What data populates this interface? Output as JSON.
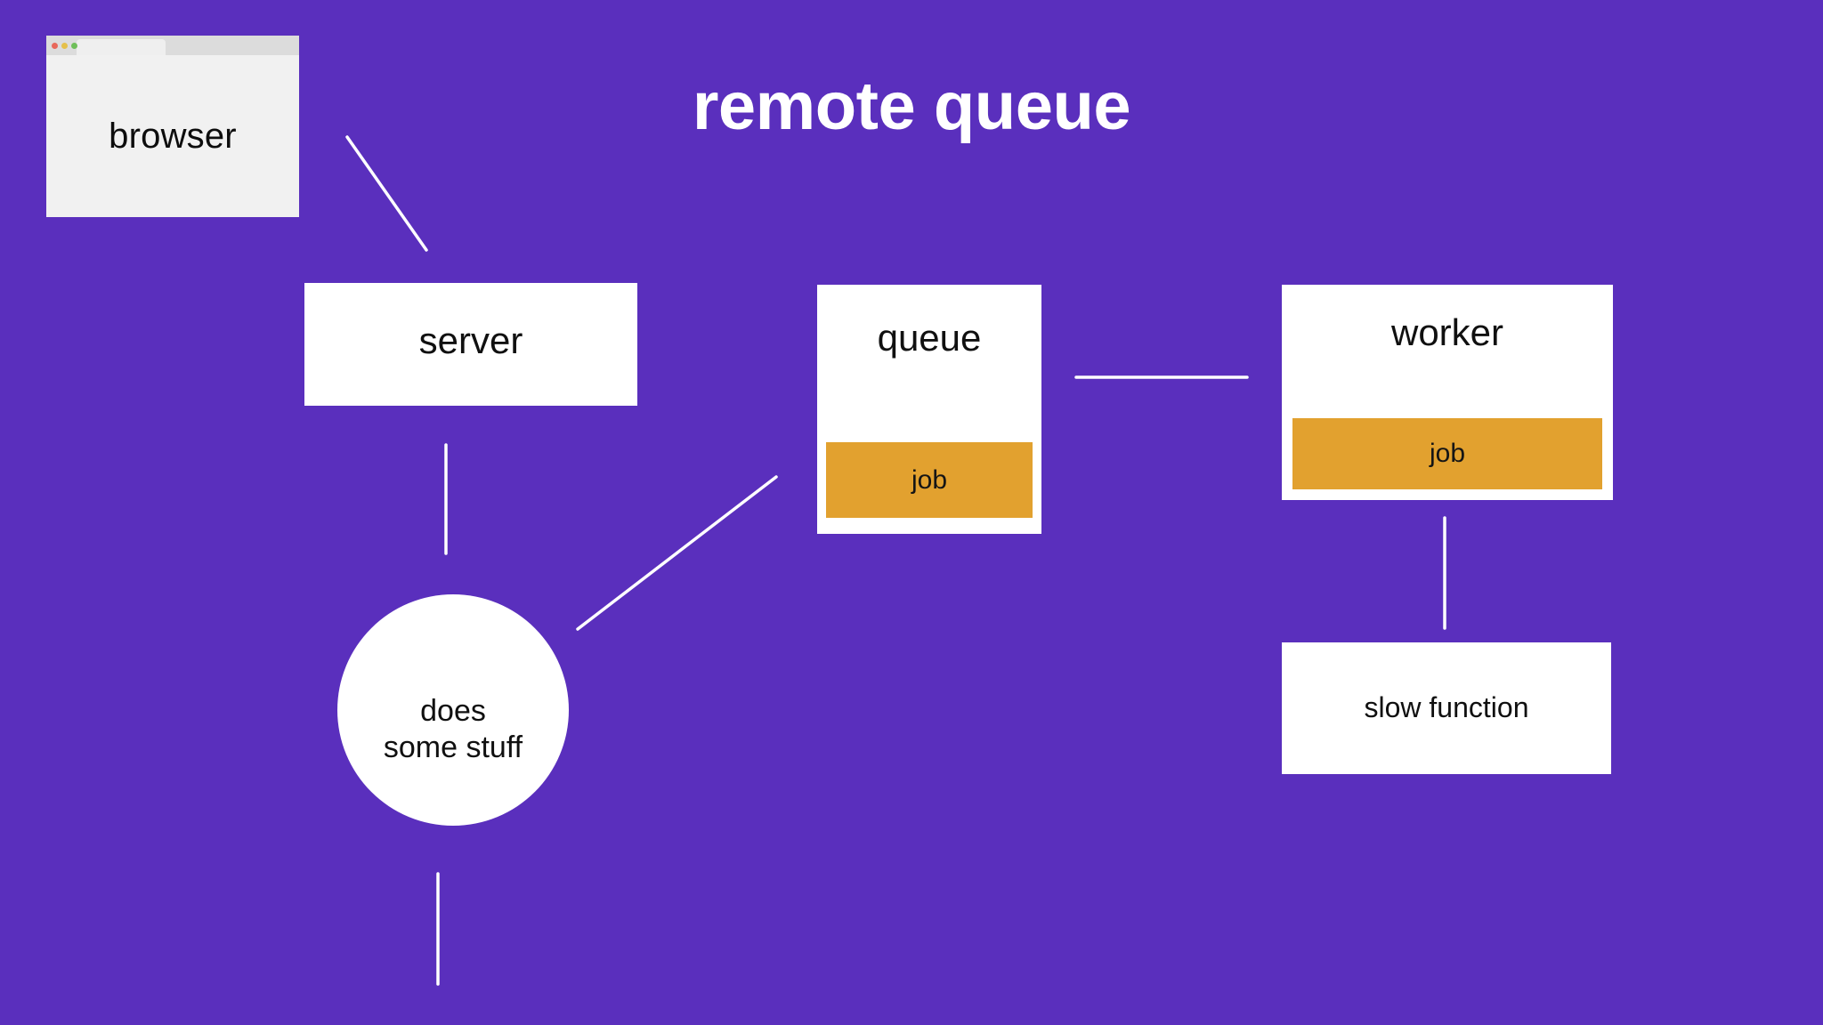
{
  "slide": {
    "title": "remote queue",
    "background_color": "#5a2fbd",
    "node_fill_color": "#ffffff",
    "job_fill_color": "#e2a12f",
    "connector_color": "#ffffff",
    "text_color": "#101010"
  },
  "browser": {
    "label": "browser",
    "chrome_color": "#dcdcdc",
    "body_color": "#f1f1f1",
    "dots": [
      {
        "name": "close-dot",
        "color": "#e8685b"
      },
      {
        "name": "minimize-dot",
        "color": "#e5c04a"
      },
      {
        "name": "maximize-dot",
        "color": "#6fbf5a"
      }
    ]
  },
  "nodes": [
    {
      "id": "server",
      "label": "server",
      "shape": "rect"
    },
    {
      "id": "queue",
      "label": "queue",
      "shape": "rect"
    },
    {
      "id": "worker",
      "label": "worker",
      "shape": "rect"
    },
    {
      "id": "does-some-stuff",
      "label": "does\nsome stuff",
      "shape": "circle"
    },
    {
      "id": "slow-function",
      "label": "slow function",
      "shape": "rect"
    }
  ],
  "jobs": [
    {
      "id": "queue-job",
      "label": "job",
      "parent": "queue"
    },
    {
      "id": "worker-job",
      "label": "job",
      "parent": "worker"
    }
  ],
  "connectors": [
    {
      "id": "browser-to-server",
      "from": "browser",
      "to": "server",
      "kind": "diagonal"
    },
    {
      "id": "server-to-does-some-stuff",
      "from": "server",
      "to": "does-some-stuff",
      "kind": "vertical"
    },
    {
      "id": "does-some-stuff-to-queue",
      "from": "does-some-stuff",
      "to": "queue",
      "kind": "diagonal"
    },
    {
      "id": "queue-to-worker",
      "from": "queue",
      "to": "worker",
      "kind": "horizontal"
    },
    {
      "id": "worker-to-slow-function",
      "from": "worker",
      "to": "slow-function",
      "kind": "vertical"
    },
    {
      "id": "does-some-stuff-downward",
      "from": "does-some-stuff",
      "to": "",
      "kind": "vertical"
    }
  ]
}
